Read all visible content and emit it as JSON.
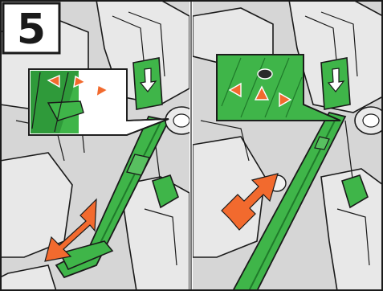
{
  "step": {
    "number": "5"
  },
  "colors": {
    "green": "#3fb549",
    "green_dark": "#1f7a2a",
    "green_mid": "#58c060",
    "orange": "#f26a2e",
    "outline": "#1a1a1a",
    "bg_gray": "#dcdcdc",
    "mid_gray": "#bdbdbd",
    "white": "#ffffff"
  },
  "panels": [
    {
      "id": "left",
      "action": "pull-out",
      "arrow_direction": "down-left",
      "icons": [
        "down-arrow-label",
        "triangle-markers",
        "green-handle",
        "roller",
        "green-clip"
      ]
    },
    {
      "id": "right",
      "action": "push-in",
      "arrow_direction": "up-right",
      "icons": [
        "down-arrow-label",
        "triangle-markers",
        "green-rail",
        "roller",
        "green-clip"
      ]
    }
  ]
}
